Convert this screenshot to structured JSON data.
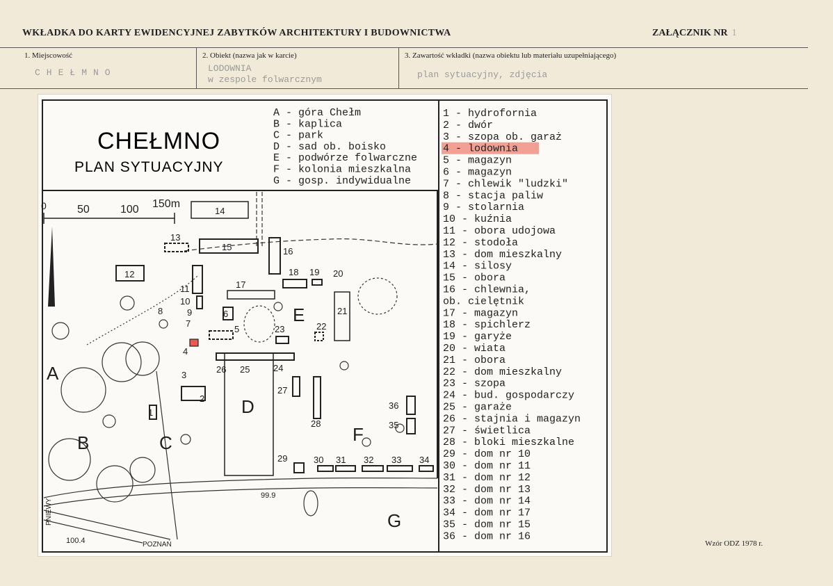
{
  "header": {
    "title": "WKŁADKA DO KARTY EWIDENCYJNEJ ZABYTKÓW ARCHITEKTURY I BUDOWNICTWA",
    "annex_label": "ZAŁĄCZNIK NR",
    "annex_number": "1"
  },
  "fields": {
    "place_label": "1. Miejscowość",
    "place_value": "CHEŁMNO",
    "object_label": "2. Obiekt (nazwa jak w karcie)",
    "object_value_line1": "LODOWNIA",
    "object_value_line2": "w zespole folwarcznym",
    "content_label": "3. Zawartość wkładki (nazwa obiektu lub materiału uzupełniającego)",
    "content_value": "plan sytuacyjny, zdjęcia"
  },
  "map": {
    "title": "CHEŁMNO",
    "subtitle": "PLAN SYTUACYJNY",
    "scale_labels": [
      "0",
      "50",
      "100",
      "150m"
    ],
    "area_legend": [
      {
        "key": "A",
        "text": "góra Chełm"
      },
      {
        "key": "B",
        "text": "kaplica"
      },
      {
        "key": "C",
        "text": "park"
      },
      {
        "key": "D",
        "text": "sad ob. boisko"
      },
      {
        "key": "E",
        "text": "podwórze folwarczne"
      },
      {
        "key": "F",
        "text": "kolonia mieszkalna"
      },
      {
        "key": "G",
        "text": "gosp. indywidualne"
      }
    ],
    "buildings": [
      {
        "num": "1",
        "text": "hydrofornia"
      },
      {
        "num": "2",
        "text": "dwór"
      },
      {
        "num": "3",
        "text": "szopa ob. garaż"
      },
      {
        "num": "4",
        "text": "lodownia",
        "highlight": true
      },
      {
        "num": "5",
        "text": "magazyn"
      },
      {
        "num": "6",
        "text": "magazyn"
      },
      {
        "num": "7",
        "text": "chlewik \"ludzki\""
      },
      {
        "num": "8",
        "text": "stacja paliw"
      },
      {
        "num": "9",
        "text": "stolarnia"
      },
      {
        "num": "10",
        "text": "kuźnia"
      },
      {
        "num": "11",
        "text": "obora udojowa"
      },
      {
        "num": "12",
        "text": "stodoła"
      },
      {
        "num": "13",
        "text": "dom mieszkalny"
      },
      {
        "num": "14",
        "text": "silosy"
      },
      {
        "num": "15",
        "text": "obora"
      },
      {
        "num": "16",
        "text": "chlewnia,"
      },
      {
        "num": "",
        "text": "ob. cielętnik"
      },
      {
        "num": "17",
        "text": "magazyn"
      },
      {
        "num": "18",
        "text": "spichlerz"
      },
      {
        "num": "19",
        "text": "garyże"
      },
      {
        "num": "20",
        "text": "wiata"
      },
      {
        "num": "21",
        "text": "obora"
      },
      {
        "num": "22",
        "text": "dom mieszkalny"
      },
      {
        "num": "23",
        "text": "szopa"
      },
      {
        "num": "24",
        "text": "bud. gospodarczy"
      },
      {
        "num": "25",
        "text": "garaże"
      },
      {
        "num": "26",
        "text": "stajnia i magazyn"
      },
      {
        "num": "27",
        "text": "świetlica"
      },
      {
        "num": "28",
        "text": "bloki mieszkalne"
      },
      {
        "num": "29",
        "text": "dom nr 10"
      },
      {
        "num": "30",
        "text": "dom nr 11"
      },
      {
        "num": "31",
        "text": "dom nr 12"
      },
      {
        "num": "32",
        "text": "dom nr 13"
      },
      {
        "num": "33",
        "text": "dom nr 14"
      },
      {
        "num": "34",
        "text": "dom nr 17"
      },
      {
        "num": "35",
        "text": "dom nr 15"
      },
      {
        "num": "36",
        "text": "dom nr 16"
      }
    ],
    "area_letters": [
      "A",
      "B",
      "C",
      "D",
      "E",
      "F",
      "G"
    ],
    "elevation_1": "99.9",
    "elevation_2": "100.4",
    "road_pniewy": "PNIEWY",
    "road_poznan": "POZNAŃ",
    "highlight_color": "#f08a7a"
  },
  "footer": {
    "model": "Wzór ODZ 1978 r."
  }
}
